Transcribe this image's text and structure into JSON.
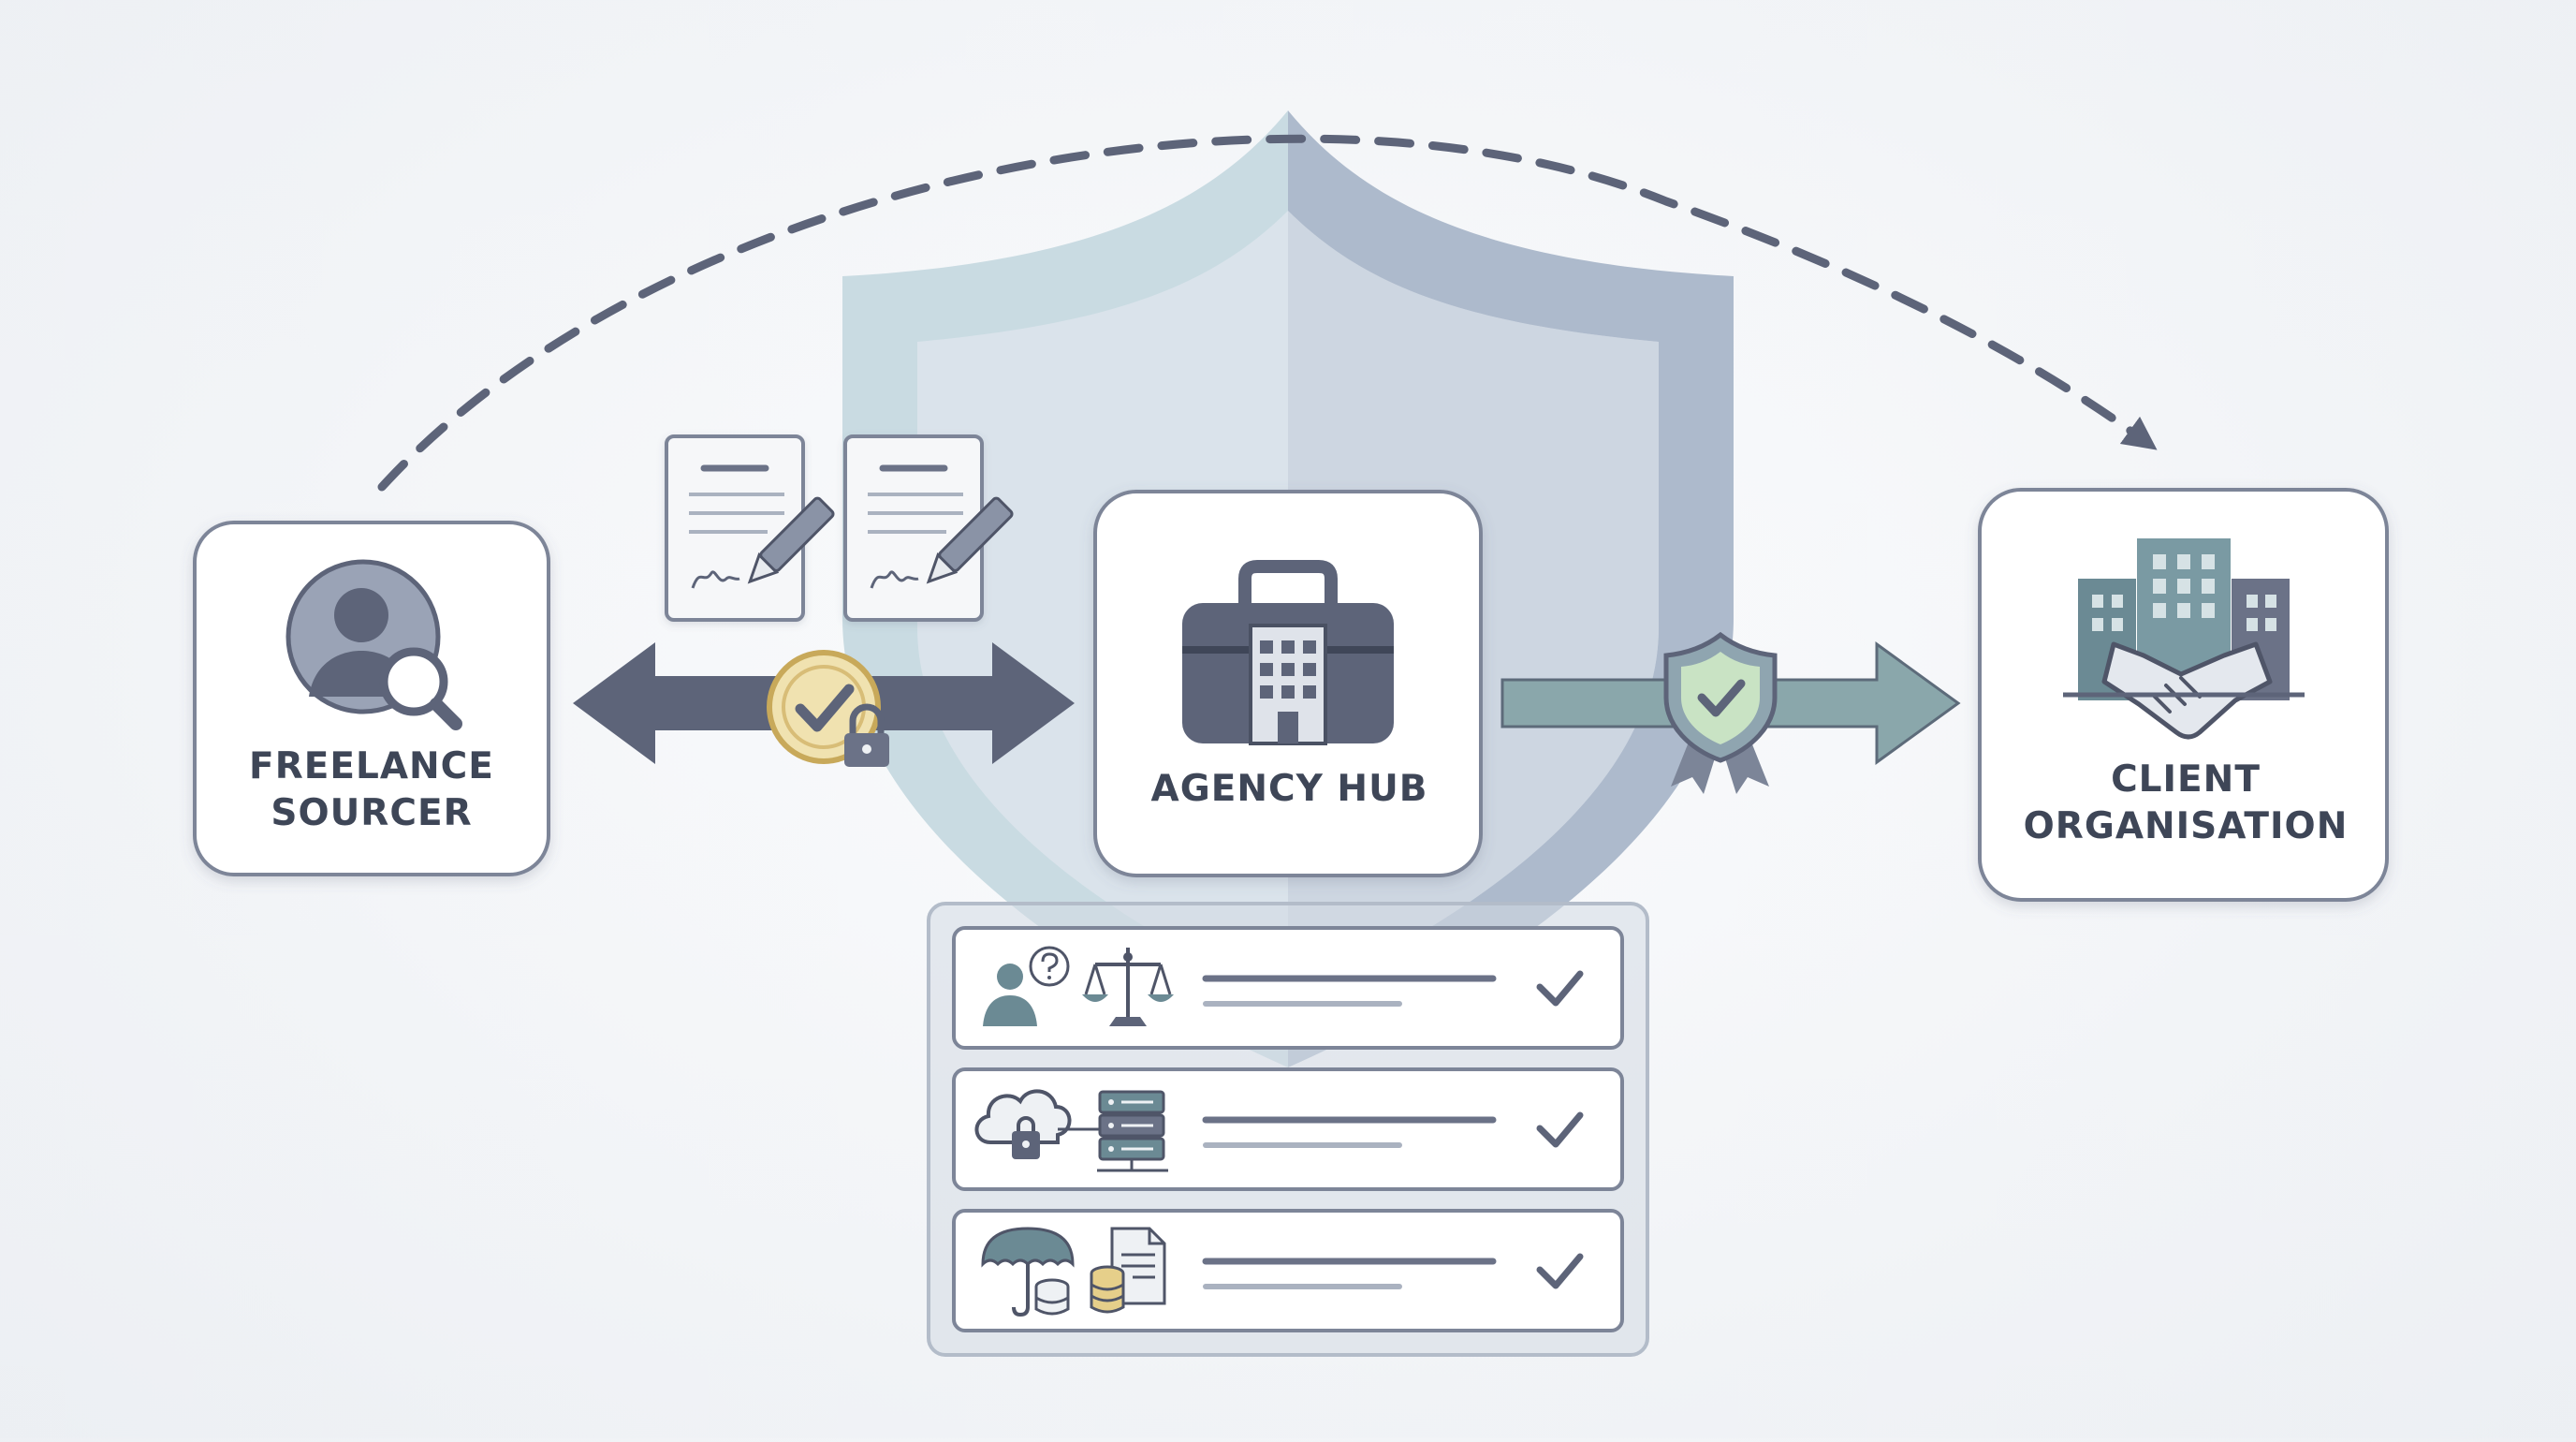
{
  "nodes": {
    "freelance": {
      "lines": [
        "FREELANCE",
        "SOURCER"
      ],
      "icon": "person-search-icon"
    },
    "agency": {
      "lines": [
        "AGENCY HUB"
      ],
      "icon": "briefcase-building-icon"
    },
    "client": {
      "lines": [
        "CLIENT",
        "ORGANISATION"
      ],
      "icon": "buildings-handshake-icon"
    }
  },
  "connectors": {
    "sourcer_agency": {
      "style": "double-arrow",
      "badge": "check-lock-icon",
      "documents": [
        "signed-contract-icon",
        "signed-contract-icon"
      ]
    },
    "agency_client": {
      "style": "arrow",
      "badge": "shield-check-ribbon-icon"
    },
    "sourcer_client": {
      "style": "dashed-curved-arrow"
    }
  },
  "checklist": [
    {
      "icons": [
        "person-question-icon",
        "scales-icon"
      ],
      "status": "check-icon"
    },
    {
      "icons": [
        "cloud-lock-icon",
        "server-icon"
      ],
      "status": "check-icon"
    },
    {
      "icons": [
        "umbrella-coins-icon",
        "document-coins-icon"
      ],
      "status": "check-icon"
    }
  ],
  "colors": {
    "shield_left": "#c5d8df",
    "shield_right": "#a9b5c7",
    "arrow_dark": "#5d6479",
    "arrow_teal": "#8aa7ab",
    "badge_gold": "#f0e2b0",
    "badge_green": "#c9e3c4",
    "text": "#3e4657",
    "card_border": "#7d8598"
  }
}
